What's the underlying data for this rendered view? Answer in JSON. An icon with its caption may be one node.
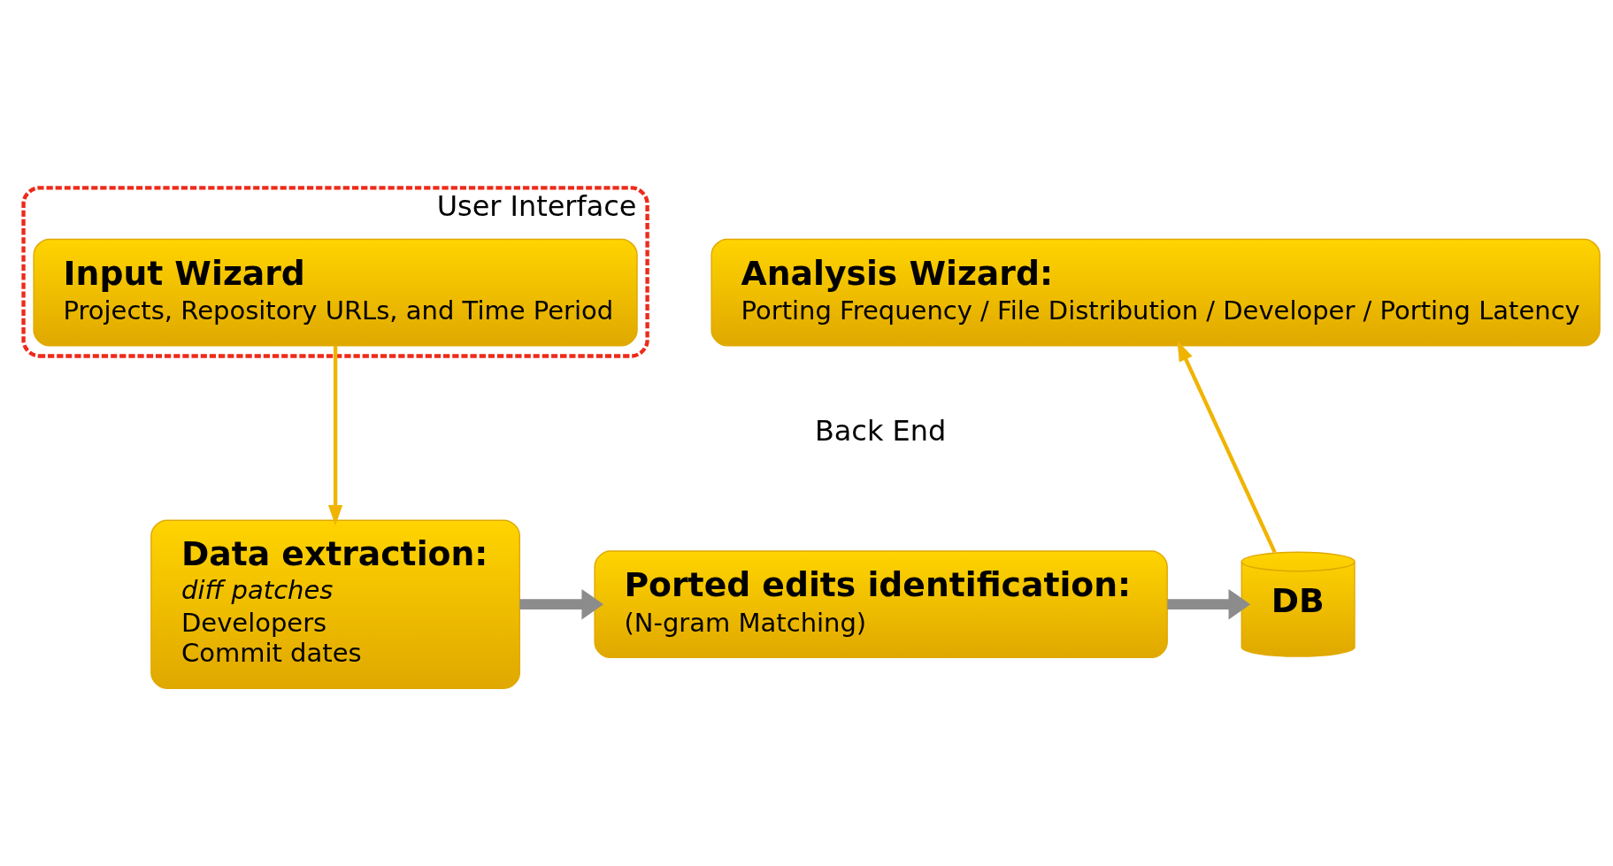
{
  "diagram": {
    "nodes": [
      {
        "text": [
          "User Interface"
        ]
      },
      {
        "text": [
          "Input Wizard",
          "Projects, Repository URLs, and Time Period"
        ],
        "in": 0
      },
      {
        "text": [
          "Analysis Wizard:",
          "Porting Frequency / File Distribution / Developer / Porting Latency"
        ]
      },
      {
        "text": [
          "Data extraction:",
          "*diff patches*",
          "Developers",
          "Commit dates"
        ]
      },
      {
        "text": [
          "Ported edits identification:",
          "(N-gram Matching)"
        ]
      },
      {
        "text": [
          "DB"
        ]
      }
    ],
    "edges": [
      {
        "from": 1,
        "to": 3,
        "arrow": "to",
        "color": "#f0b400"
      },
      {
        "from": 3,
        "to": 4,
        "arrow": "to",
        "style": "thick",
        "color": "#8c8c8c"
      },
      {
        "from": 4,
        "to": 5,
        "arrow": "to",
        "style": "thick",
        "color": "#8c8c8c"
      },
      {
        "from": 5,
        "to": 2,
        "arrow": "to",
        "color": "#f0b400"
      }
    ],
    "labels": [
      "Back End"
    ]
  }
}
